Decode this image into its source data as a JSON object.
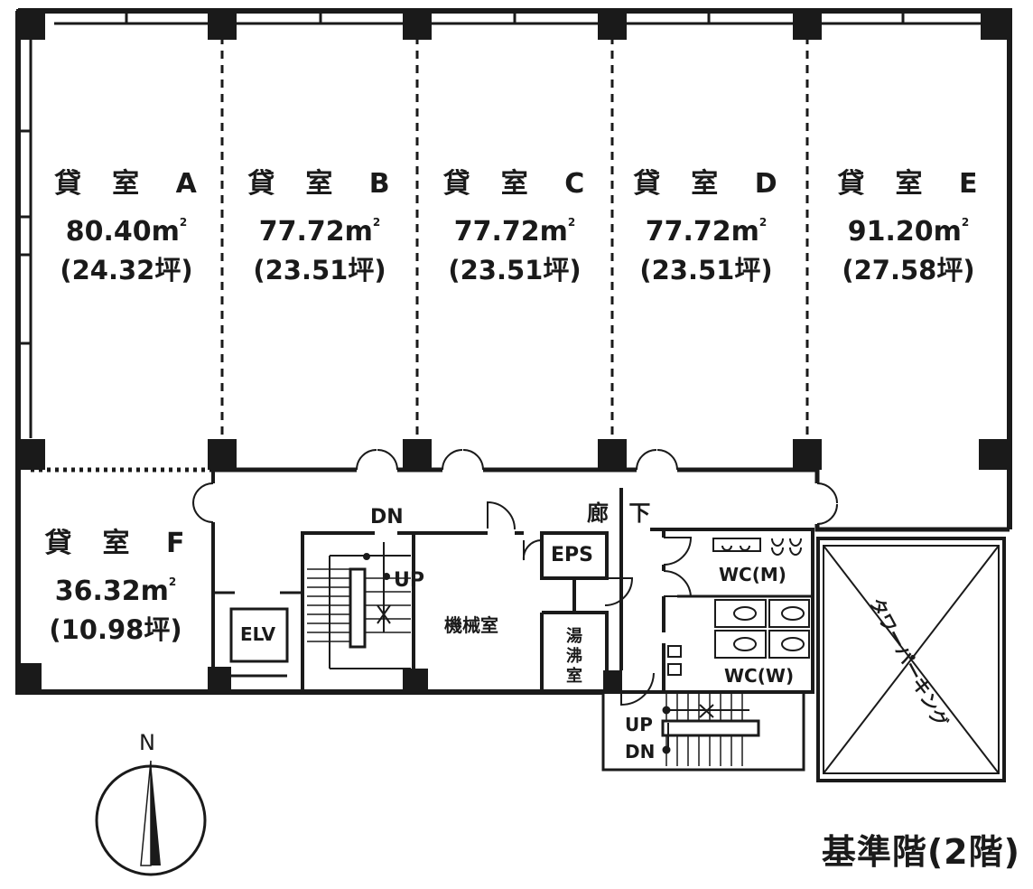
{
  "rooms": [
    {
      "name": "貸　室 A",
      "area": "80.40m",
      "area_sup": "2",
      "tsubo": "(24.32坪)"
    },
    {
      "name": "貸　室 B",
      "area": "77.72m",
      "area_sup": "2",
      "tsubo": "(23.51坪)"
    },
    {
      "name": "貸　室 C",
      "area": "77.72m",
      "area_sup": "2",
      "tsubo": "(23.51坪)"
    },
    {
      "name": "貸　室 D",
      "area": "77.72m",
      "area_sup": "2",
      "tsubo": "(23.51坪)"
    },
    {
      "name": "貸　室 E",
      "area": "91.20m",
      "area_sup": "2",
      "tsubo": "(27.58坪)"
    },
    {
      "name": "貸　室 F",
      "area": "36.32m",
      "area_sup": "2",
      "tsubo": "(10.98坪)"
    }
  ],
  "labels": {
    "corridor": "廊 下",
    "dn_top": "DN",
    "up_top": "UP",
    "eps": "EPS",
    "machine_room": "機械室",
    "kettle_room": "湯沸室",
    "wc_m": "WC(M)",
    "wc_w": "WC(W)",
    "elv": "ELV",
    "up_bottom": "UP",
    "dn_bottom": "DN",
    "tower_parking": "タワーパーキング",
    "north": "N"
  },
  "title": "基準階(2階)"
}
